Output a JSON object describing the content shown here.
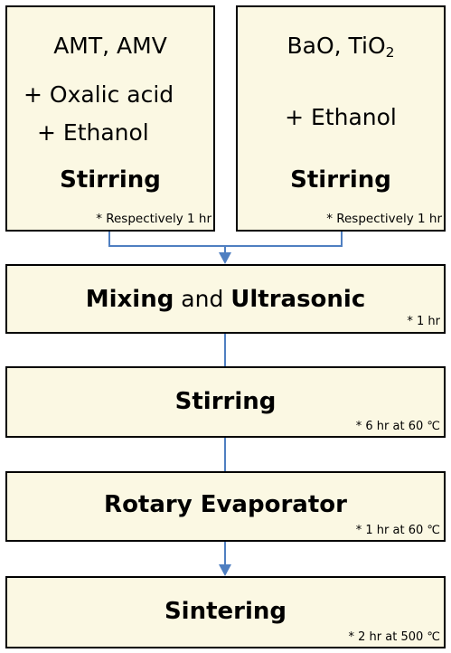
{
  "box_left": {
    "line1": "AMT, AMV",
    "line2": "+ Oxalic acid",
    "line3": "+ Ethanol",
    "action": "Stirring",
    "note": "* Respectively 1 hr"
  },
  "box_right": {
    "line1_main": "BaO, TiO",
    "line1_sub": "2",
    "line2": "+ Ethanol",
    "action": "Stirring",
    "note": "* Respectively 1 hr"
  },
  "step_mixing": {
    "part1": "Mixing",
    "part2": " and ",
    "part3": "Ultrasonic",
    "note": "* 1 hr"
  },
  "step_stirring": {
    "label": "Stirring",
    "note": "* 6 hr at 60 ℃"
  },
  "step_rotary": {
    "label": "Rotary Evaporator",
    "note": "* 1 hr at 60 ℃"
  },
  "step_sintering": {
    "label": "Sintering",
    "note": "* 2 hr at 500 ℃"
  },
  "colors": {
    "box_fill": "#fbf8e3",
    "box_border": "#000000",
    "connector": "#4f7fc1"
  }
}
